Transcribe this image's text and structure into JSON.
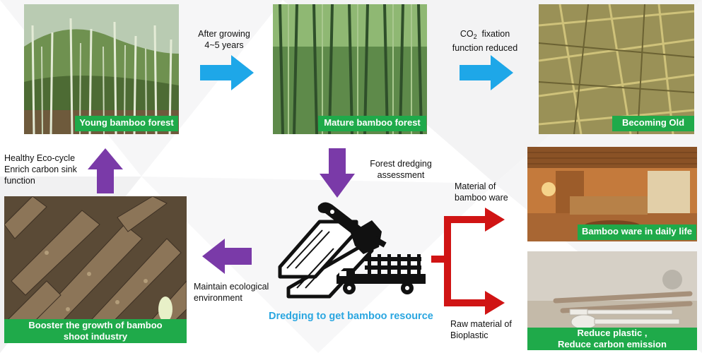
{
  "stages": {
    "young": {
      "label": "Young bamboo forest"
    },
    "mature": {
      "label": "Mature bamboo forest"
    },
    "old": {
      "label": "Becoming Old"
    },
    "shoots": {
      "label_line1": "Booster the growth of bamboo",
      "label_line2": "shoot industry"
    },
    "ware": {
      "label": "Bamboo ware in daily life"
    },
    "bioplastic": {
      "label_line1": "Reduce plastic ,",
      "label_line2": "Reduce carbon emission"
    }
  },
  "transitions": {
    "growing": {
      "line1": "After growing",
      "line2": "4~5 years"
    },
    "co2": {
      "prefix": "CO",
      "subscript": "2",
      "suffix": "  fixation",
      "line2": "function reduced"
    },
    "dredging_assessment": {
      "line1": "Forest dredging",
      "line2": "assessment"
    },
    "eco_cycle": {
      "line1": "Healthy Eco-cycle",
      "line2": "Enrich carbon sink",
      "line3": "function"
    },
    "maintain": {
      "line1": "Maintain ecological",
      "line2": "environment"
    },
    "bamboo_ware_material": {
      "line1": "Material of",
      "line2": "bamboo ware"
    },
    "bioplastic_material": {
      "line1": "Raw material of",
      "line2": "Bioplastic"
    }
  },
  "center": {
    "title": "Dredging to get bamboo resource"
  },
  "colors": {
    "label_bg": "#1faa4a",
    "blue_arrow": "#1ea7e8",
    "purple_arrow": "#7a3aa8",
    "red_arrow": "#d01414",
    "center_title": "#2aa6e0"
  }
}
